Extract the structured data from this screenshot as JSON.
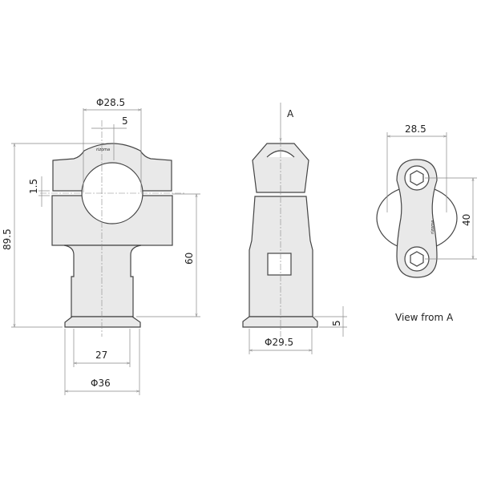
{
  "front_view": {
    "dim_clamp_diameter": "Φ28.5",
    "dim_offset": "5",
    "dim_total_height": "89.5",
    "dim_gap": "1.5",
    "dim_height_to_base": "60",
    "dim_stem_width": "27",
    "dim_base_diameter": "Φ36",
    "logo_text": "rizoma"
  },
  "side_view": {
    "view_arrow_label": "A",
    "dim_base_diameter": "Φ29.5",
    "dim_flange_height": "5"
  },
  "top_view": {
    "dim_width": "28.5",
    "dim_bolt_spacing": "40",
    "caption": "View from  A",
    "logo_text": "rizoma"
  }
}
